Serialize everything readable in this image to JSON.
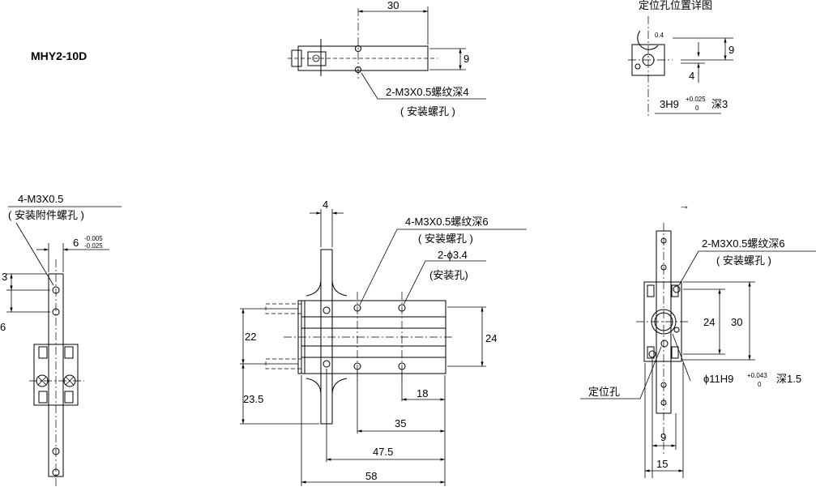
{
  "model": "MHY2-10D",
  "detail_title": "定位孔位置详图",
  "top_view": {
    "dim_30": "30",
    "dim_9": "9",
    "thread_note": "2-M3X0.5螺纹深4",
    "thread_sub": "( 安装螺孔 )"
  },
  "detail_view": {
    "dim_9": "9",
    "dim_4": "4",
    "hole_base": "3H9",
    "hole_tol_upper": "+0.025",
    "hole_tol_lower": "0",
    "hole_depth": "深3",
    "small_label": "0.4"
  },
  "left_view": {
    "note_line1": "4-M3X0.5",
    "note_line2": "( 安装附件螺孔 )",
    "width_base": "6",
    "width_tol_upper": "-0.005",
    "width_tol_lower": "-0.025",
    "dim_3": "3",
    "dim_6": "6"
  },
  "front_view": {
    "dim_4": "4",
    "thread_note": "4-M3X0.5螺纹深6",
    "thread_sub": "( 安装螺孔 )",
    "hole_note": "2-ϕ3.4",
    "hole_sub": "(安装孔)",
    "dim_22": "22",
    "dim_24": "24",
    "dim_23_5": "23.5",
    "dim_18": "18",
    "dim_35": "35",
    "dim_47_5": "47.5",
    "dim_58": "58"
  },
  "right_view": {
    "arrow": "→",
    "thread_note": "2-M3X0.5螺纹深6",
    "thread_sub": "( 安装螺孔 )",
    "dim_24": "24",
    "dim_30": "30",
    "locating_label": "定位孔",
    "hole_base": "ϕ11H9",
    "hole_tol_upper": "+0.043",
    "hole_tol_lower": "0",
    "hole_depth": "深1.5",
    "dim_9": "9",
    "dim_15": "15"
  }
}
